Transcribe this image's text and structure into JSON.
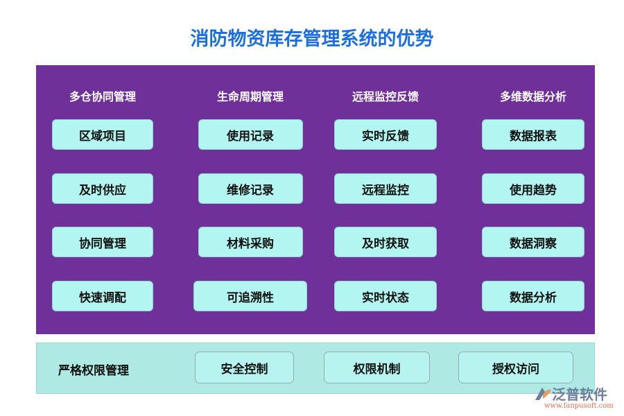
{
  "title": "消防物资库存管理系统的优势",
  "columns": [
    {
      "header": "多仓协同管理",
      "items": [
        "区域项目",
        "及时供应",
        "协同管理",
        "快速调配"
      ]
    },
    {
      "header": "生命周期管理",
      "items": [
        "使用记录",
        "维修记录",
        "材料采购",
        "可追溯性"
      ]
    },
    {
      "header": "远程监控反馈",
      "items": [
        "实时反馈",
        "远程监控",
        "及时获取",
        "实时状态"
      ]
    },
    {
      "header": "多维数据分析",
      "items": [
        "数据报表",
        "使用趋势",
        "数据洞察",
        "数据分析"
      ]
    }
  ],
  "bottom": {
    "label": "严格权限管理",
    "items": [
      "安全控制",
      "权限机制",
      "授权访问"
    ]
  },
  "logo": {
    "name": "泛普软件",
    "url": "www.fanpusoft.com"
  },
  "colors": {
    "title": "#1a6fe0",
    "panel": "#70309a",
    "box": "#b3f5f0",
    "band": "#aee9e4"
  }
}
